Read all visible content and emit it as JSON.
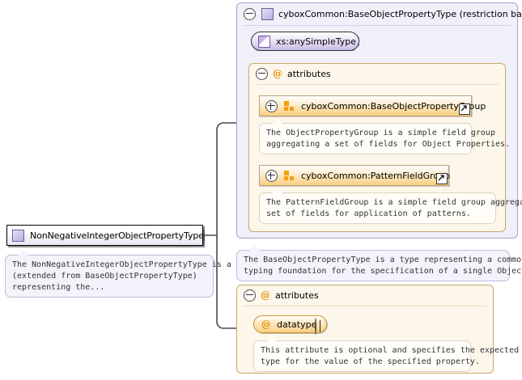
{
  "diagram": {
    "type": "xsd-schema-diagram",
    "root": {
      "name": "NonNegativeIntegerObjectPropertyType",
      "icon": "complex-type-icon",
      "toggle": "minus",
      "annotation": [
        "The NonNegativeIntegerObjectPropertyType is a type",
        "(extended from BaseObjectPropertyType)",
        "representing the..."
      ]
    },
    "base_type_box": {
      "title": "cyboxCommon:BaseObjectPropertyType (restriction base)",
      "icon": "complex-type-icon",
      "toggle": "minus",
      "simple_type": {
        "name": "xs:anySimpleType",
        "icon": "simple-type-icon"
      },
      "attributes_group": {
        "label": "attributes",
        "at_symbol": "@",
        "toggle": "minus",
        "groups": [
          {
            "name": "cyboxCommon:BaseObjectPropertyGroup",
            "icon": "model-group-icon",
            "toggle": "plus",
            "external_link": "external-link-arrow",
            "annotation": [
              "The ObjectPropertyGroup is a simple field group",
              "aggregating a set of fields for Object Properties."
            ]
          },
          {
            "name": "cyboxCommon:PatternFieldGroup",
            "icon": "model-group-icon",
            "toggle": "plus",
            "external_link": "external-link-arrow",
            "annotation": [
              "The PatternFieldGroup is a simple field group aggregating a",
              "set of fields for application of patterns."
            ]
          }
        ]
      },
      "annotation": [
        "The BaseObjectPropertyType is a type representing a common",
        "typing foundation for the specification of a single Object..."
      ]
    },
    "local_attributes_box": {
      "label": "attributes",
      "at_symbol": "@",
      "toggle": "minus",
      "attributes": [
        {
          "name": "datatype",
          "at_symbol": "@",
          "toggle": "plus",
          "annotation": [
            "This attribute is optional and specifies the expected",
            "type for the value of the specified property."
          ]
        }
      ]
    }
  },
  "colors": {
    "complex_type_fill": "#f1effa",
    "complex_type_border": "#a9a3c4",
    "attributes_fill": "#fdf6ea",
    "attributes_border": "#c9a96b",
    "group_accent": "#f59f0b",
    "at_symbol": "#e68a00",
    "annotation_fill": "#fbfbfd",
    "canvas": "#ffffff"
  }
}
